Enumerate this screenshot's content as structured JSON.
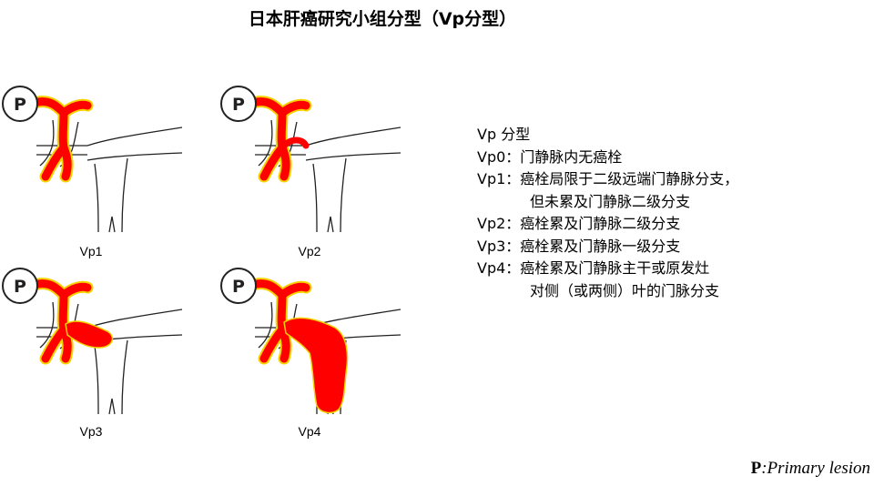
{
  "title": "日本肝癌研究小组分型（Vp分型）",
  "colors": {
    "tumor": "#ff0000",
    "tumor_edge": "#f5d200",
    "outline": "#222222"
  },
  "panels": [
    {
      "id": "vp1",
      "label": "Vp1",
      "circle_text": "P",
      "extension": "none"
    },
    {
      "id": "vp2",
      "label": "Vp2",
      "circle_text": "P",
      "extension": "second-order"
    },
    {
      "id": "vp3",
      "label": "Vp3",
      "circle_text": "P",
      "extension": "first-order"
    },
    {
      "id": "vp4",
      "label": "Vp4",
      "circle_text": "P",
      "extension": "main-trunk"
    }
  ],
  "legend": {
    "heading": "Vp 分型",
    "items": [
      {
        "code": "Vp0",
        "sep": "：",
        "text": "门静脉内无癌栓"
      },
      {
        "code": "Vp1",
        "sep": "：",
        "text": "癌栓局限于二级远端门静脉分支，",
        "cont": "但未累及门静脉二级分支"
      },
      {
        "code": "Vp2",
        "sep": "：",
        "text": "癌栓累及门静脉二级分支"
      },
      {
        "code": "Vp3",
        "sep": "：",
        "text": "癌栓累及门静脉一级分支"
      },
      {
        "code": "Vp4",
        "sep": "：",
        "text": "癌栓累及门静脉主干或原发灶",
        "cont": "对侧（或两侧）叶的门脉分支"
      }
    ]
  },
  "footnote": {
    "letter": "P",
    "text": ":Primary lesion"
  }
}
